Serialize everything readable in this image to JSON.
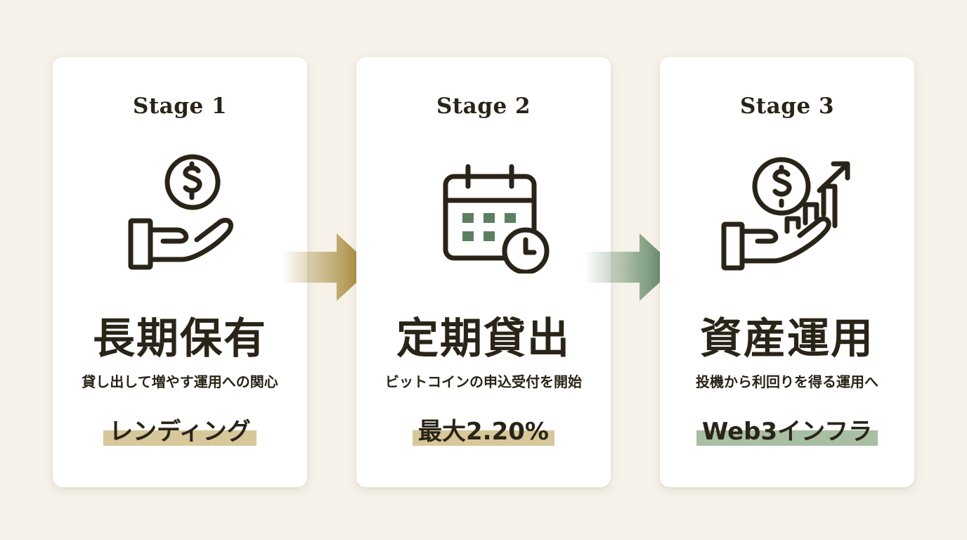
{
  "colors": {
    "background": "#f6f2ea",
    "card": "#ffffff",
    "text": "#2a2418",
    "gold_arrow": "#9c7b22",
    "green_arrow": "#4f7a54",
    "gold_highlight": "#d7c89b",
    "green_highlight": "#a8bfa3",
    "icon_green": "#5c8060"
  },
  "stages": [
    {
      "label": "Stage 1",
      "icon": "hand-coin-icon",
      "title": "長期保有",
      "subtitle": "貸し出して増やす運用への関心",
      "tag": "レンディング"
    },
    {
      "label": "Stage 2",
      "icon": "calendar-clock-icon",
      "title": "定期貸出",
      "subtitle": "ビットコインの申込受付を開始",
      "tag": "最大2.20%"
    },
    {
      "label": "Stage 3",
      "icon": "hand-coin-growth-icon",
      "title": "資産運用",
      "subtitle": "投機から利回りを得る運用へ",
      "tag": "Web3インフラ"
    }
  ],
  "arrows": [
    {
      "icon": "arrow-right-icon",
      "color": "#9c7b22"
    },
    {
      "icon": "arrow-right-icon",
      "color": "#4f7a54"
    }
  ]
}
